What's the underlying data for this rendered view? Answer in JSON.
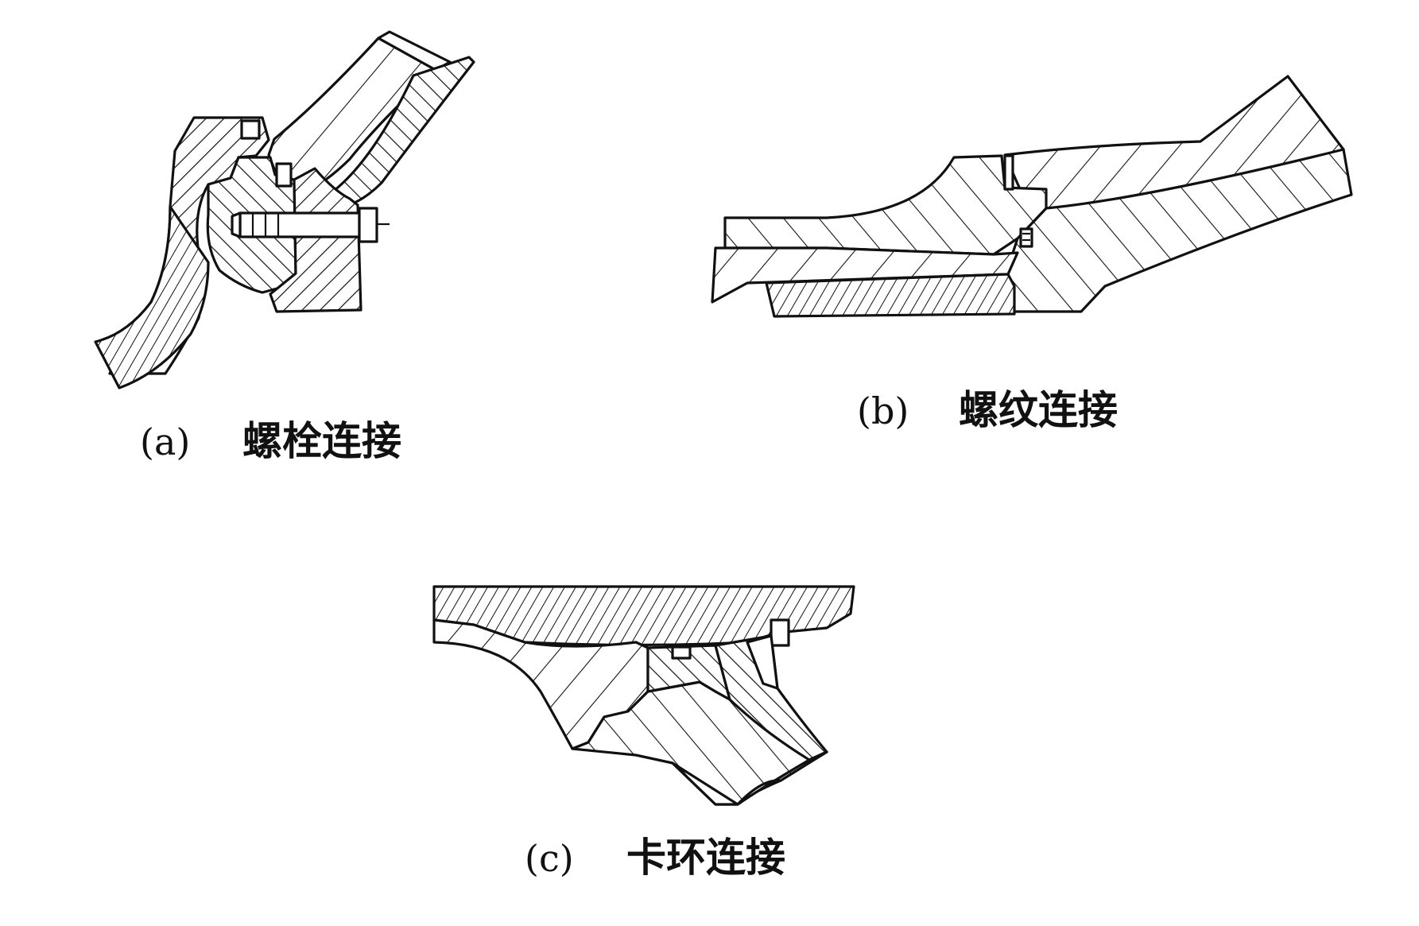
{
  "figures": [
    {
      "id": "a",
      "label": "(a)",
      "caption": "螺栓连接"
    },
    {
      "id": "b",
      "label": "(b)",
      "caption": "螺纹连接"
    },
    {
      "id": "c",
      "label": "(c)",
      "caption": "卡环连接"
    }
  ],
  "colors": {
    "line": "#111111",
    "background": "#ffffff"
  }
}
